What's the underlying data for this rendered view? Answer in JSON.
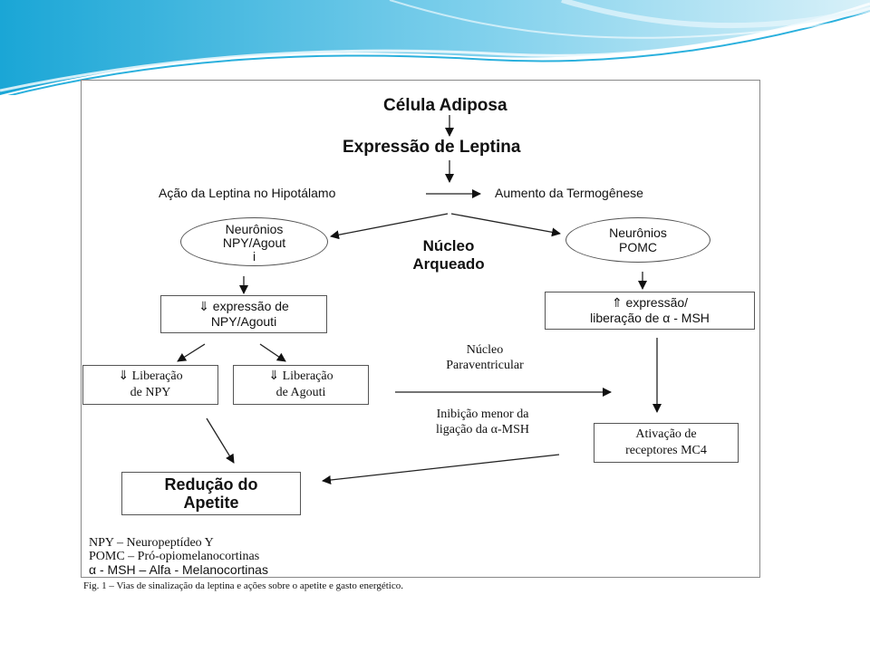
{
  "colors": {
    "accent_blue": "#29b6e0",
    "accent_light": "#bfe8f4",
    "frame_border": "#888888"
  },
  "diagram": {
    "top_node": "Célula Adiposa",
    "leptin_node": "Expressão de Leptina",
    "hypothalamus_action": "Ação da Leptina no Hipotálamo",
    "thermogenesis": "Aumento da Termogênese",
    "arcuate_nucleus": [
      "Núcleo",
      "Arqueado"
    ],
    "npy_neurons": [
      "Neurônios",
      "NPY/Agout",
      "i"
    ],
    "pomc_neurons": [
      "Neurônios",
      "POMC"
    ],
    "npy_expression": [
      "⇓ expressão de",
      "NPY/Agouti"
    ],
    "msh_expression": [
      "⇑ expressão/",
      "liberação de  α - MSH"
    ],
    "npy_release": [
      "⇓ Liberação",
      "de NPY"
    ],
    "agouti_release": [
      "⇓ Liberação",
      "de Agouti"
    ],
    "paraventricular": [
      "Núcleo",
      "Paraventricular"
    ],
    "msh_inhibition": [
      "Inibição menor da",
      "ligação da  α-MSH"
    ],
    "mc4_activation": [
      "Ativação de",
      "receptores MC4"
    ],
    "appetite_reduction": [
      "Redução do",
      "Apetite"
    ]
  },
  "legend": [
    "NPY – Neuropeptídeo Y",
    "POMC – Pró-opiomelanocortinas",
    "α - MSH – Alfa - Melanocortinas"
  ],
  "caption": "Fig. 1 – Vias de sinalização da leptina e ações sobre o apetite e gasto energético."
}
